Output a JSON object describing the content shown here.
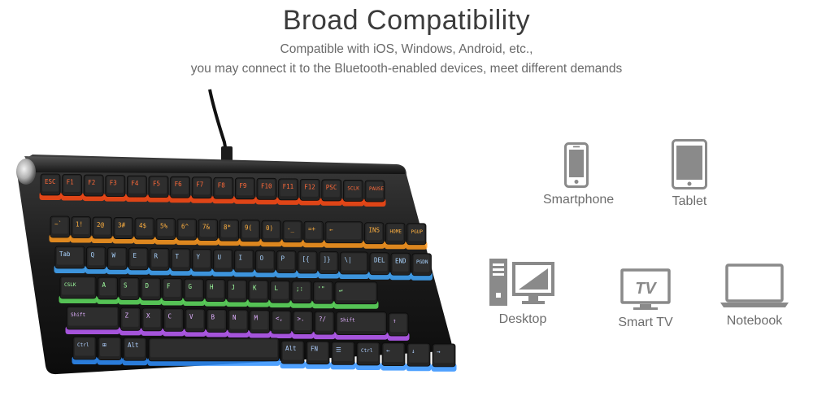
{
  "header": {
    "title": "Broad Compatibility",
    "subtitle_line1": "Compatible with iOS, Windows, Android, etc.,",
    "subtitle_line2": "you may connect it to the Bluetooth-enabled devices, meet different demands"
  },
  "devices": [
    {
      "icon": "smartphone-icon",
      "label": "Smartphone"
    },
    {
      "icon": "tablet-icon",
      "label": "Tablet"
    },
    {
      "icon": "desktop-icon",
      "label": "Desktop"
    },
    {
      "icon": "smart-tv-icon",
      "label": "Smart TV",
      "icon_text": "TV"
    },
    {
      "icon": "notebook-icon",
      "label": "Notebook"
    }
  ],
  "keyboard": {
    "icon": "mechanical-keyboard-image",
    "row1_keys": [
      "ESC",
      "F1",
      "F2",
      "F3",
      "F4",
      "F5",
      "F6",
      "F7",
      "F8",
      "F9",
      "F10",
      "F11",
      "F12",
      "PSC",
      "SCLK",
      "PAUSE"
    ],
    "row2_keys": [
      "~`",
      "1!",
      "2@",
      "3#",
      "4$",
      "5%",
      "6^",
      "7&",
      "8*",
      "9(",
      "0)",
      "-_",
      "=+",
      "←",
      "INS",
      "HOME",
      "PGUP"
    ],
    "row3_keys": [
      "Tab",
      "Q",
      "W",
      "E",
      "R",
      "T",
      "Y",
      "U",
      "I",
      "O",
      "P",
      "[{",
      "]}",
      "\\|",
      "DEL",
      "END",
      "PGDN"
    ],
    "row4_keys": [
      "CSLK",
      "A",
      "S",
      "D",
      "F",
      "G",
      "H",
      "J",
      "K",
      "L",
      ";:",
      "'\"",
      "↵"
    ],
    "row5_keys": [
      "Shift",
      "Z",
      "X",
      "C",
      "V",
      "B",
      "N",
      "M",
      "<,",
      ">.",
      "?/",
      "Shift",
      "↑"
    ],
    "row6_keys": [
      "Ctrl",
      "⊞",
      "Alt",
      "",
      "Alt",
      "FN",
      "☰",
      "Ctrl",
      "←",
      "↓",
      "→"
    ],
    "colors": {
      "frame": "#1a1a1a",
      "key": "#232323",
      "top_glow": "#ff5a1e",
      "number_glow": "#ffb030"
    }
  },
  "colors": {
    "icon_gray": "#8a8a8a",
    "title": "#3b3b3b",
    "text": "#6a6a6a"
  }
}
